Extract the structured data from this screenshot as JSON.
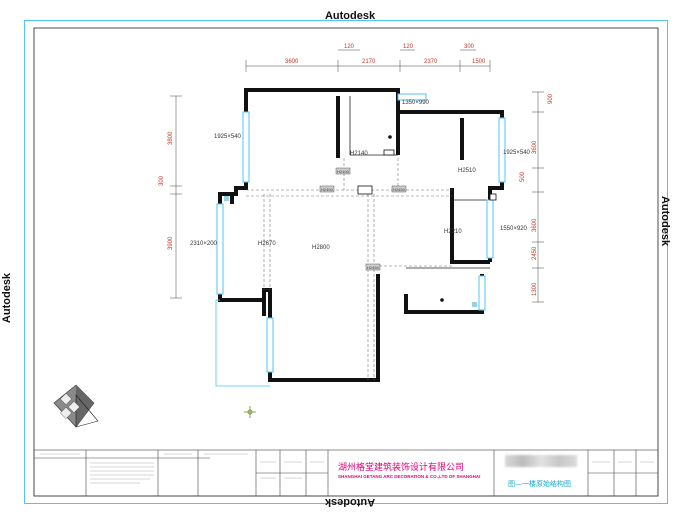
{
  "watermark": {
    "top": "Autodesk",
    "bottom": "Autodesk",
    "left": "Autodesk",
    "right": "Autodesk"
  },
  "dimensions": {
    "top_row": [
      "3600",
      "2170",
      "2370",
      "1500"
    ],
    "top_small": [
      "120",
      "120",
      "300"
    ],
    "left_col": [
      "3800",
      "300",
      "3900"
    ],
    "right_col": [
      "900",
      "3600",
      "500",
      "3600",
      "2450",
      "1300"
    ]
  },
  "labels": {
    "window_1": "1925×540",
    "window_2": "1350×990",
    "window_3": "1925×540",
    "window_4": "2310×200",
    "window_5": "1550×920",
    "h_2140": "H2140",
    "h_2510": "H2510",
    "h_2210": "H2210",
    "h_2670": "H2670",
    "h_2800": "H2800",
    "beam_1": "H2100",
    "beam_2": "H2450",
    "beam_3": "H2450",
    "beam_4": "H2450"
  },
  "title_block": {
    "company_cn": "湖州格堂建筑装饰设计有限公司",
    "company_en": "SHANGHAI GETANG ARC DECORATION & CO.,LTD OF SHANGHAI",
    "drawing_title": "图—一楼原始结构图",
    "notes": "本图纸版权归设计单位所有，未经许可不得复制或用于其他工程"
  },
  "colors": {
    "wall": "#111111",
    "window": "#4fc3f7",
    "dimension": "#c0392b",
    "company": "#e0007a"
  }
}
